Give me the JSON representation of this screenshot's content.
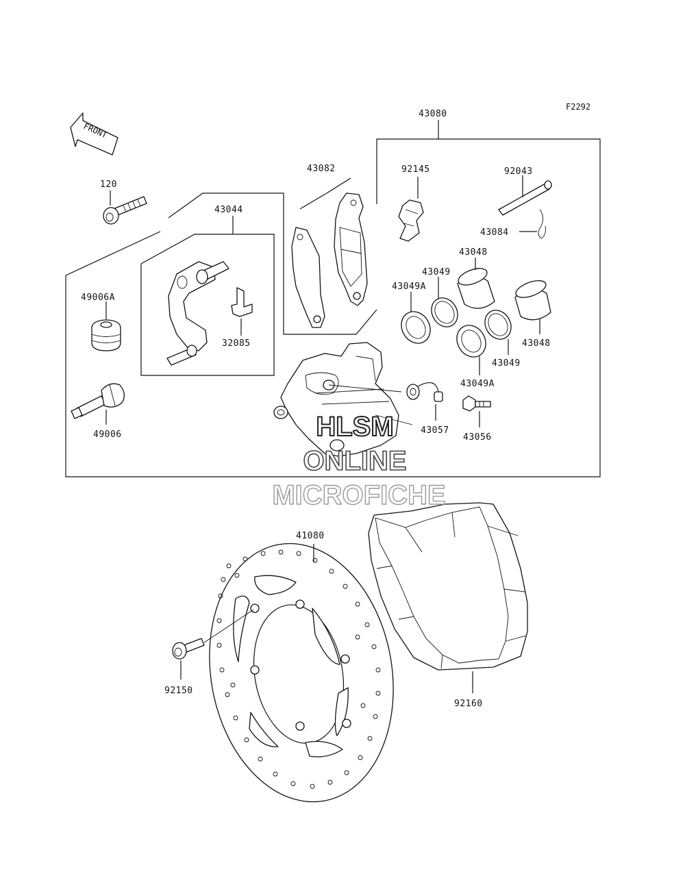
{
  "figure_code": "F2292",
  "front_label": "FRONT",
  "part_numbers": {
    "p43080": "43080",
    "p43082": "43082",
    "p43044": "43044",
    "p120": "120",
    "p49006a": "49006A",
    "p49006": "49006",
    "p32085": "32085",
    "p92145": "92145",
    "p92043": "92043",
    "p43084": "43084",
    "p43048_top": "43048",
    "p43049_top": "43049",
    "p43049a_top": "43049A",
    "p43048_right": "43048",
    "p43049_right": "43049",
    "p43049a_bottom": "43049A",
    "p43057": "43057",
    "p43056": "43056",
    "p41080": "41080",
    "p92150": "92150",
    "p92160": "92160"
  },
  "watermark": {
    "line1": "HLSM",
    "line2": "ONLINE",
    "line3": "MICROFICHE"
  }
}
